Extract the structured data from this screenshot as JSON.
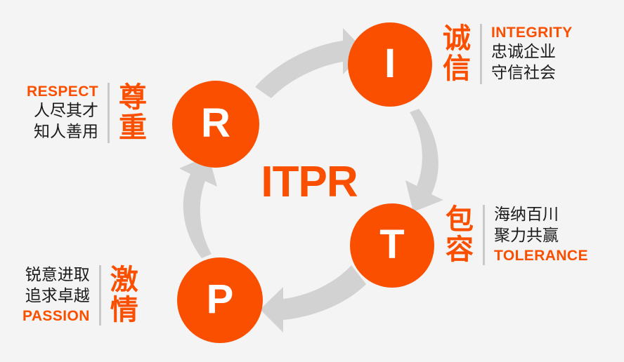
{
  "theme": {
    "background": "#f4f4f4",
    "accent_orange": "#fb4f00",
    "arrow_gray": "#d2d2d2",
    "divider_gray": "#c9c9c9",
    "text_dark": "#1a1a1a",
    "letter_white": "#ffffff"
  },
  "center": {
    "wordmark": "ITPR"
  },
  "nodes": [
    {
      "letter": "I",
      "name": "integrity"
    },
    {
      "letter": "T",
      "name": "tolerance"
    },
    {
      "letter": "P",
      "name": "passion"
    },
    {
      "letter": "R",
      "name": "respect"
    }
  ],
  "values": [
    {
      "key": "respect",
      "letter": "R",
      "chinese_title": "尊\n重",
      "english": "RESPECT",
      "lines": [
        "人尽其才",
        "知人善用"
      ],
      "side": "left",
      "english_position": "top"
    },
    {
      "key": "integrity",
      "letter": "I",
      "chinese_title": "诚\n信",
      "english": "INTEGRITY",
      "lines": [
        "忠诚企业",
        "守信社会"
      ],
      "side": "right",
      "english_position": "top"
    },
    {
      "key": "tolerance",
      "letter": "T",
      "chinese_title": "包\n容",
      "english": "TOLERANCE",
      "lines": [
        "海纳百川",
        "聚力共赢"
      ],
      "side": "right",
      "english_position": "bottom"
    },
    {
      "key": "passion",
      "letter": "P",
      "chinese_title": "激\n情",
      "english": "PASSION",
      "lines": [
        "锐意进取",
        "追求卓越"
      ],
      "side": "left",
      "english_position": "bottom"
    }
  ],
  "arrows": [
    {
      "name": "arrow-r-to-i",
      "from": "R",
      "to": "I",
      "direction": "right"
    },
    {
      "name": "arrow-i-to-t",
      "from": "I",
      "to": "T",
      "direction": "down"
    },
    {
      "name": "arrow-t-to-p",
      "from": "T",
      "to": "P",
      "direction": "left"
    },
    {
      "name": "arrow-p-to-r",
      "from": "P",
      "to": "R",
      "direction": "up"
    }
  ]
}
